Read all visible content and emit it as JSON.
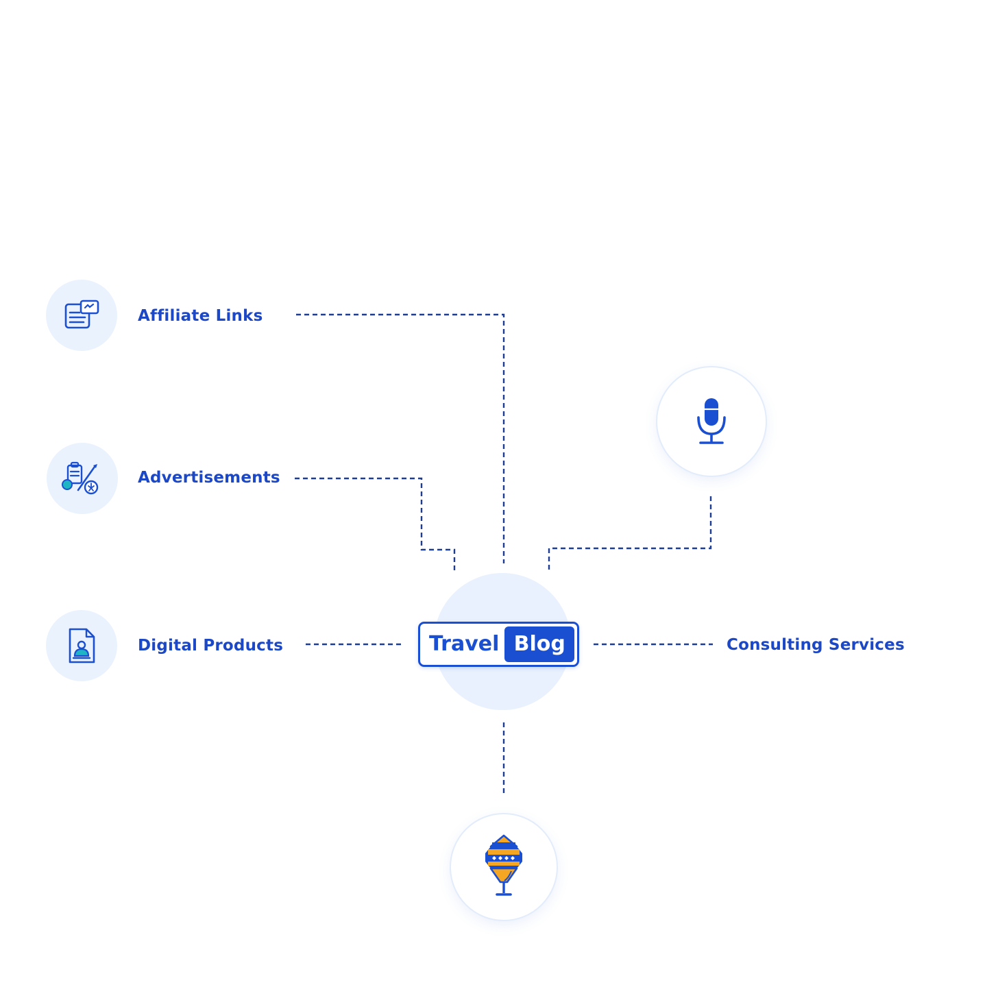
{
  "diagram": {
    "hub": {
      "word1": "Travel",
      "word2": "Blog"
    },
    "nodes": [
      {
        "id": "affiliate",
        "label": "Affiliate Links",
        "icon": "affiliate-document-icon"
      },
      {
        "id": "ads",
        "label": "Advertisements",
        "icon": "advertisement-tools-icon"
      },
      {
        "id": "digital",
        "label": "Digital Products",
        "icon": "digital-product-file-icon"
      },
      {
        "id": "consulting",
        "label": "Consulting Services",
        "icon": ""
      },
      {
        "id": "podcast",
        "label": "",
        "icon": "microphone-icon"
      },
      {
        "id": "lantern",
        "label": "",
        "icon": "lantern-icon"
      }
    ],
    "colors": {
      "primary": "#1a4fd1",
      "label": "#1c48c6",
      "connector": "#1f3d8f",
      "soft_circle": "#eaf2fe",
      "accent_teal": "#1fb5c4",
      "accent_orange": "#f5a623"
    }
  }
}
